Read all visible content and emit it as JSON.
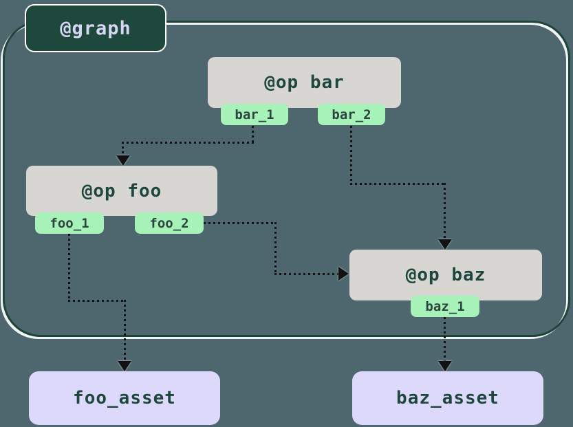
{
  "diagram": {
    "graph_label": "@graph",
    "nodes": {
      "bar": {
        "title": "@op bar",
        "outputs": [
          "bar_1",
          "bar_2"
        ]
      },
      "foo": {
        "title": "@op foo",
        "outputs": [
          "foo_1",
          "foo_2"
        ]
      },
      "baz": {
        "title": "@op baz",
        "outputs": [
          "baz_1"
        ]
      }
    },
    "assets": {
      "foo_asset": {
        "label": "foo_asset"
      },
      "baz_asset": {
        "label": "baz_asset"
      }
    },
    "edges": [
      {
        "from": "bar.bar_1",
        "to": "foo"
      },
      {
        "from": "bar.bar_2",
        "to": "baz"
      },
      {
        "from": "foo.foo_2",
        "to": "baz"
      },
      {
        "from": "foo.foo_1",
        "to": "foo_asset"
      },
      {
        "from": "baz.baz_1",
        "to": "baz_asset"
      }
    ],
    "colors": {
      "background": "#4e676f",
      "graph_box": "#1f483c",
      "container_border": "#1d453a",
      "node_fill": "#d8d6d3",
      "tag_fill": "#a6f2b8",
      "asset_fill": "#ddd9fa",
      "title_text": "#1d463c",
      "tag_text": "#2e443f",
      "label_text": "#d8d6f5",
      "edge_color": "#121212"
    }
  }
}
